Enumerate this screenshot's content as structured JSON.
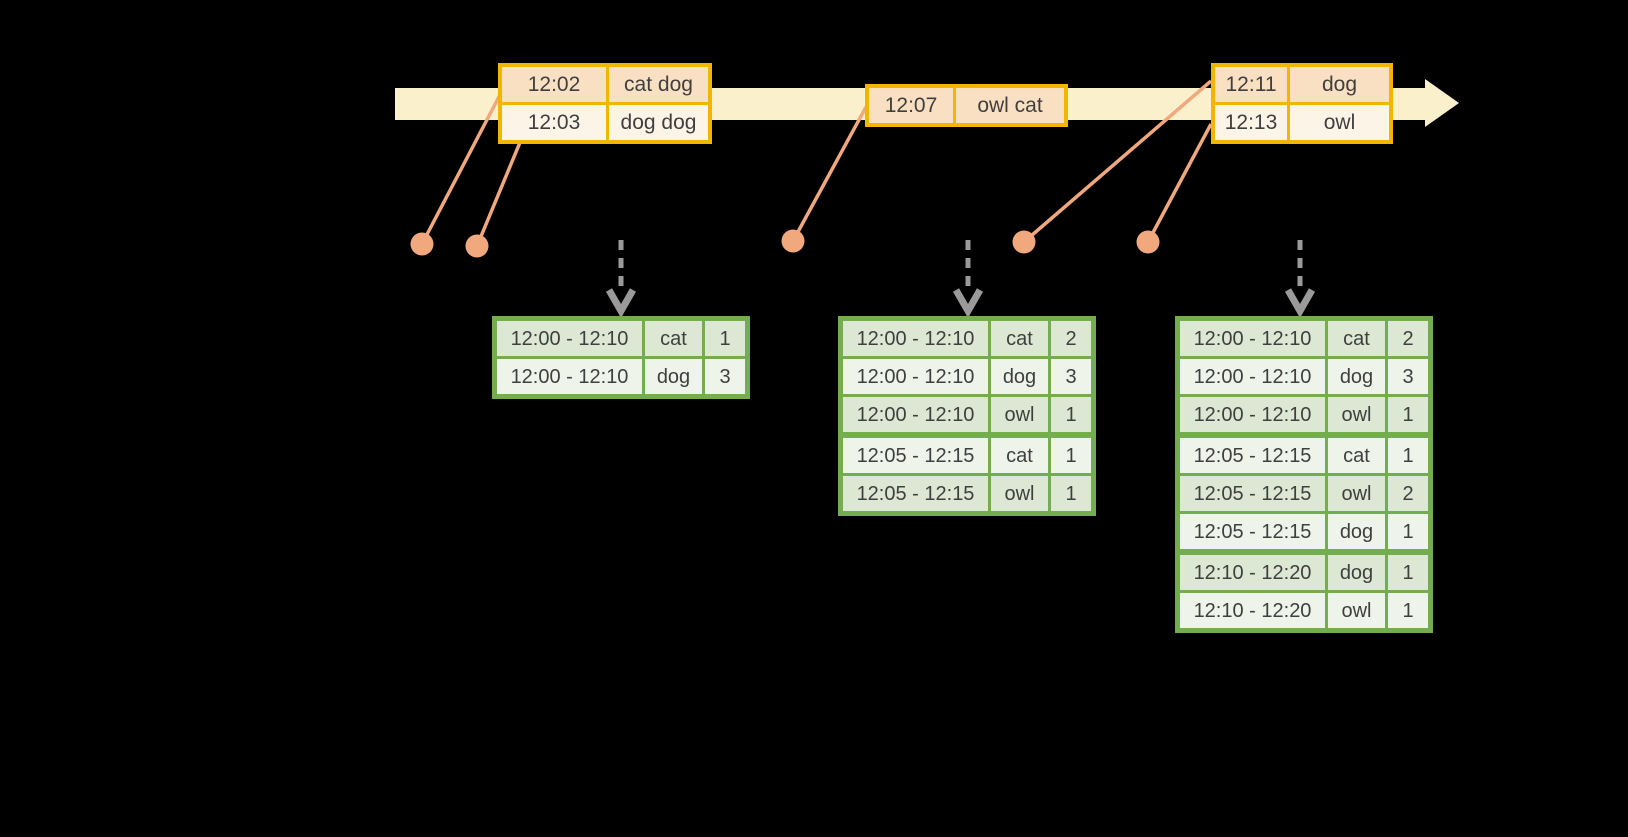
{
  "colors": {
    "bg": "#000000",
    "band": "#FAF0CB",
    "gold": "#F2B600",
    "orange_dark": "#FAE0C2",
    "orange_light": "#FDF4E8",
    "salmon": "#F0A87C",
    "green": "#74AD50",
    "green_dark": "#DCE8D3",
    "green_light": "#EFF4EB",
    "gray": "#9A9A9A",
    "text": "#3F3F3F"
  },
  "stream_tables": [
    {
      "rows": [
        {
          "time": "12:02",
          "words": "cat dog"
        },
        {
          "time": "12:03",
          "words": "dog dog"
        }
      ]
    },
    {
      "rows": [
        {
          "time": "12:07",
          "words": "owl cat"
        }
      ]
    },
    {
      "rows": [
        {
          "time": "12:11",
          "words": "dog"
        },
        {
          "time": "12:13",
          "words": "owl"
        }
      ]
    }
  ],
  "result_tables": [
    {
      "rows": [
        {
          "window": "12:00 - 12:10",
          "word": "cat",
          "count": "1"
        },
        {
          "window": "12:00 - 12:10",
          "word": "dog",
          "count": "3"
        }
      ]
    },
    {
      "rows": [
        {
          "window": "12:00 - 12:10",
          "word": "cat",
          "count": "2"
        },
        {
          "window": "12:00 - 12:10",
          "word": "dog",
          "count": "3"
        },
        {
          "window": "12:00 - 12:10",
          "word": "owl",
          "count": "1"
        },
        {
          "window": "12:05 - 12:15",
          "word": "cat",
          "count": "1"
        },
        {
          "window": "12:05 - 12:15",
          "word": "owl",
          "count": "1"
        }
      ]
    },
    {
      "rows": [
        {
          "window": "12:00 - 12:10",
          "word": "cat",
          "count": "2"
        },
        {
          "window": "12:00 - 12:10",
          "word": "dog",
          "count": "3"
        },
        {
          "window": "12:00 - 12:10",
          "word": "owl",
          "count": "1"
        },
        {
          "window": "12:05 - 12:15",
          "word": "cat",
          "count": "1"
        },
        {
          "window": "12:05 - 12:15",
          "word": "owl",
          "count": "2"
        },
        {
          "window": "12:05 - 12:15",
          "word": "dog",
          "count": "1"
        },
        {
          "window": "12:10 - 12:20",
          "word": "dog",
          "count": "1"
        },
        {
          "window": "12:10 - 12:20",
          "word": "owl",
          "count": "1"
        }
      ]
    }
  ]
}
